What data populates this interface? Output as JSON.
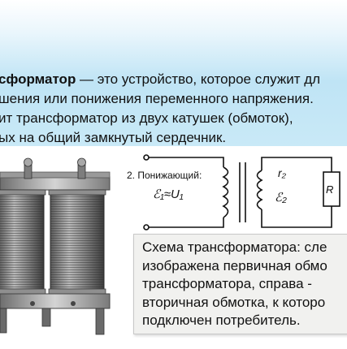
{
  "intro": {
    "term": "сформатор",
    "line1_rest": " — это устройство, которое служит дл",
    "line2": "шения или понижения переменного напряжения.",
    "line3": "ит трансформатор из двух катушек (обмоток),",
    "line4": "ых на общий замкнутый сердечник."
  },
  "diagram": {
    "label": "2. Понижающий:",
    "primary_emf": "ℰ₁≈U₁",
    "secondary_r": "r₂",
    "secondary_emf": "ℰ₂",
    "load": "R"
  },
  "caption": {
    "line1": "Схема трансформатора: сле",
    "line2": "изображена первичная обмо",
    "line3": "трансформатора, справа -",
    "line4": "вторичная обмотка, к которо",
    "line5": "подключен потребитель."
  },
  "colors": {
    "header_gradient_end": "#bfe4f5",
    "caption_bg": "#f1f1ef"
  }
}
